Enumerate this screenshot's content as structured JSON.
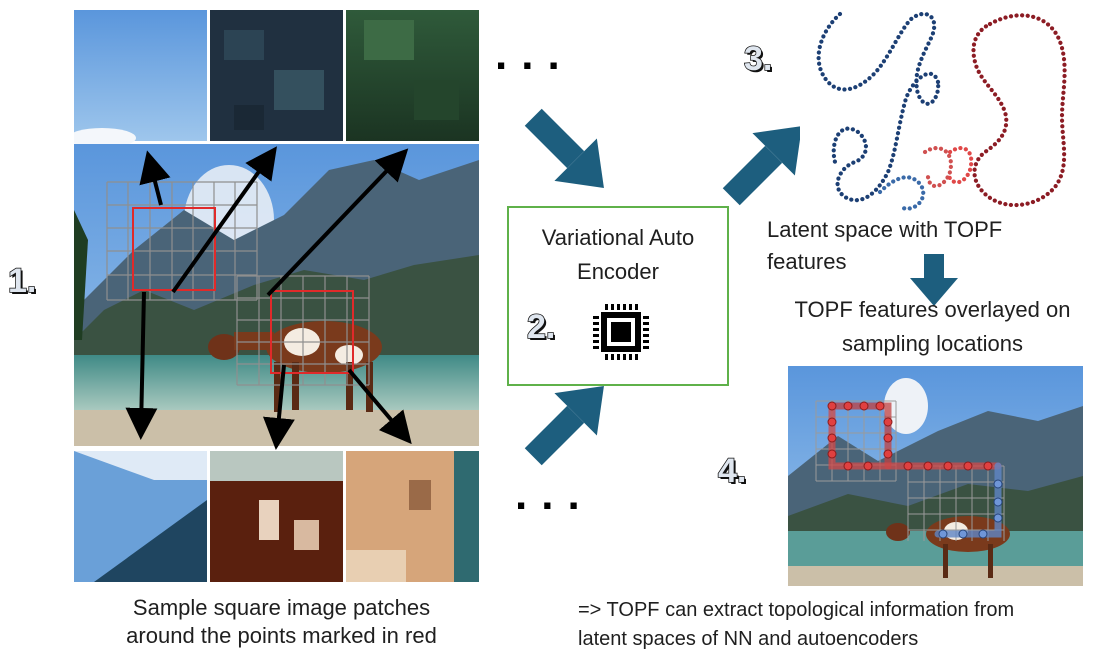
{
  "steps": {
    "one": "1.",
    "two": "2.",
    "three": "3.",
    "four": "4."
  },
  "ellipsis": {
    "top": "...",
    "bottom": "..."
  },
  "vae": {
    "line1": "Variational Auto",
    "line2": "Encoder",
    "icon": "chip-icon"
  },
  "captions": {
    "patches_line1": "Sample square image patches",
    "patches_line2": "around the points marked in red",
    "latent_line1": "Latent space with TOPF",
    "latent_line2": "features",
    "overlay_line1": "TOPF features overlayed on",
    "overlay_line2": "sampling locations",
    "conclusion_line1": "=> TOPF can extract topological information from",
    "conclusion_line2": "latent spaces of NN and autoencoders"
  },
  "colors": {
    "arrow": "#1d5e7e",
    "box_border": "#5fb14a",
    "grid_red": "#e02a2a",
    "latent_blue": "#1c3f74",
    "latent_red": "#8c1c24"
  }
}
